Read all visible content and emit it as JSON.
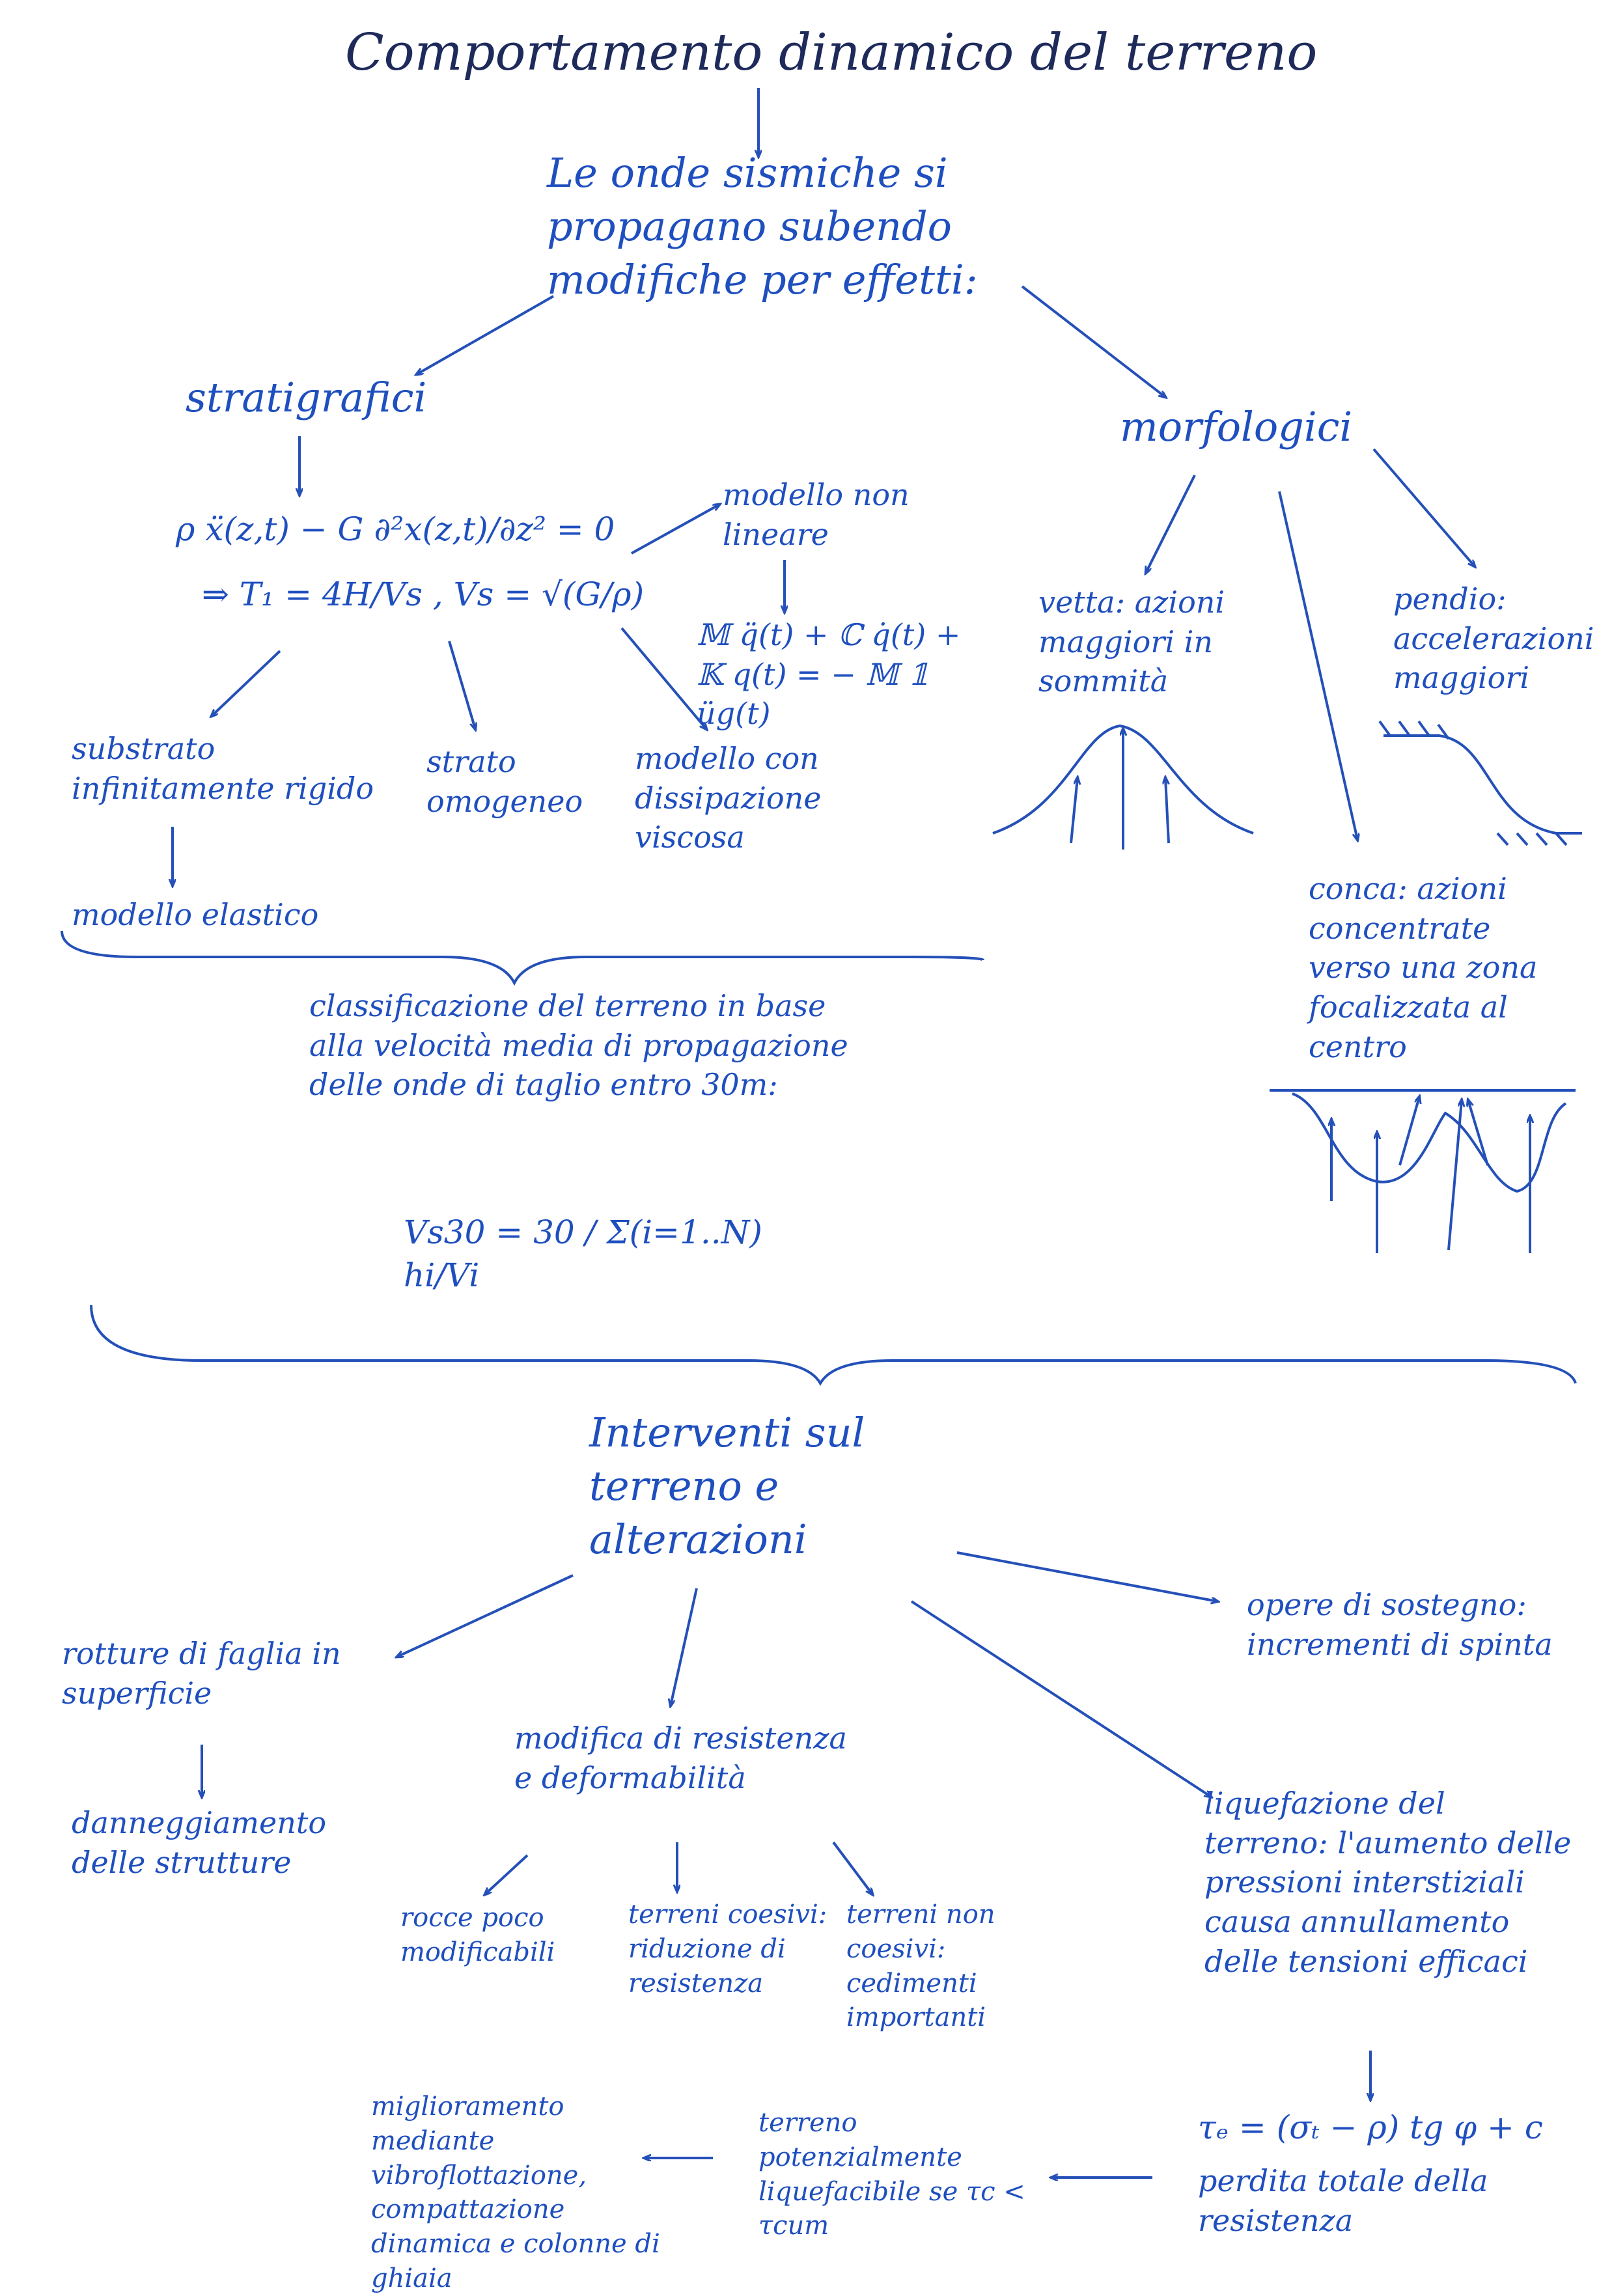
{
  "title": "Comportamento dinamico del terreno",
  "intro": "Le onde sismiche si propagano subendo modifiche per effetti:",
  "stratigrafici": {
    "label": "stratigrafici",
    "formula_1": "ρ ẍ(z,t) − G ∂²x(z,t)/∂z² = 0",
    "formula_2": "⇒ T₁ = 4H/Vs ,  Vs = √(G/ρ)",
    "nonlinear": "modello non lineare",
    "nonlinear_eq": "𝕄 q̈(t) + ℂ q̇(t) + 𝕂 q(t) = − 𝕄 𝟙 üg(t)",
    "substrato": "substrato infinitamente rigido",
    "elastico": "modello elastico",
    "omogeneo": "strato omogeneo",
    "viscosa": "modello con dissipazione viscosa"
  },
  "morfologici": {
    "label": "morfologici",
    "vetta": "vetta: azioni maggiori in sommità",
    "pendio": "pendio: accelerazioni maggiori",
    "conca": "conca: azioni concentrate verso una zona focalizzata al centro"
  },
  "classificazione": {
    "text": "classificazione del terreno in base alla velocità media di propagazione delle onde di taglio entro 30m:",
    "formula": "Vs30 = 30 / Σ(i=1..N) hi/Vi"
  },
  "interventi": {
    "label": "Interventi sul terreno e alterazioni",
    "rotture": "rotture di faglia in superficie",
    "danneggiamento": "danneggiamento delle strutture",
    "modifica": "modifica di resistenza e deformabilità",
    "rocce": "rocce poco modificabili",
    "coesivi": "terreni coesivi: riduzione di resistenza",
    "noncoesivi": "terreni non coesivi: cedimenti importanti",
    "opere": "opere di sostegno: incrementi di spinta",
    "liquefazione": "liquefazione del terreno: l'aumento delle pressioni interstiziali causa annullamento delle tensioni efficaci",
    "tau": "τₑ = (σₜ − ρ) tg φ + c",
    "perdita": "perdita totale della resistenza",
    "potenziale": "terreno potenzialmente liquefacibile se τc < τcum",
    "miglioramento": "miglioramento mediante vibroflottazione, compattazione dinamica e colonne di ghiaia"
  },
  "colors": {
    "ink": "#1f4fbf",
    "title_ink": "#1d2a5a",
    "paper": "#ffffff"
  }
}
